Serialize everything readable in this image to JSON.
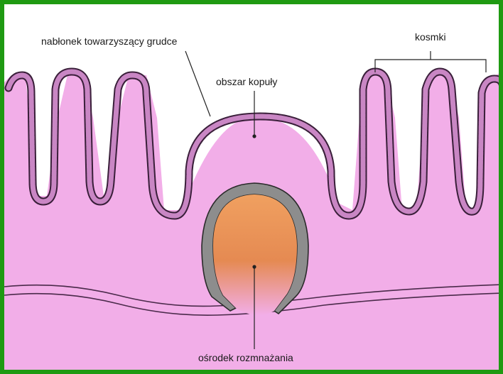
{
  "labels": {
    "epithelium": "nabłonek towarzyszący grudce",
    "dome": "obszar kopuły",
    "villi": "kosmki",
    "germinal_center": "ośrodek rozmnażania"
  },
  "colors": {
    "frame": "#1f9a12",
    "tissue": "#f2aee8",
    "epithelium_fill": "#c986c4",
    "epithelium_line": "#3a1f3a",
    "capsule": "#8d8d8d",
    "germinal_top": "#f0a060",
    "germinal_bottom": "#f2aee8"
  }
}
